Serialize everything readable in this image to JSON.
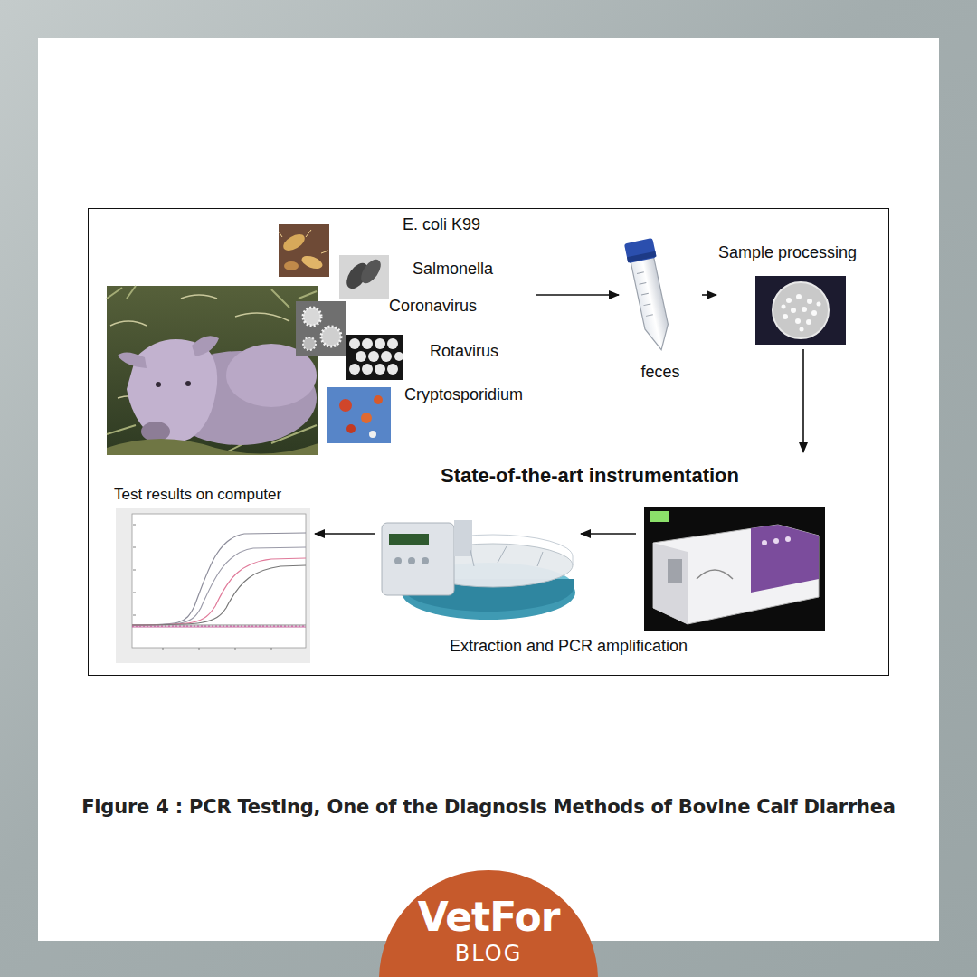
{
  "diagram": {
    "caption": "Figure 4 : PCR Testing, One of the Diagnosis Methods of Bovine Calf Diarrhea",
    "nodes": [
      {
        "text": [
          "E. coli K99",
          "Salmonella",
          "Coronavirus",
          "Rotavirus",
          "Cryptosporidium"
        ]
      },
      {
        "text": [
          "feces"
        ]
      },
      {
        "text": [
          "Sample processing"
        ]
      },
      {
        "text": [
          "State-of-the-art instrumentation",
          "Extraction and PCR amplification"
        ]
      },
      {
        "text": [
          "Test results on computer"
        ]
      }
    ],
    "edges": [
      {
        "from": 0,
        "to": 1,
        "arrow": "to"
      },
      {
        "from": 1,
        "to": 2,
        "arrow": "to"
      },
      {
        "from": 2,
        "to": 3,
        "arrow": "to"
      },
      {
        "from": 3,
        "to": 4,
        "arrow": "to"
      }
    ],
    "labels": [
      "VetFor",
      "BLOG"
    ]
  }
}
